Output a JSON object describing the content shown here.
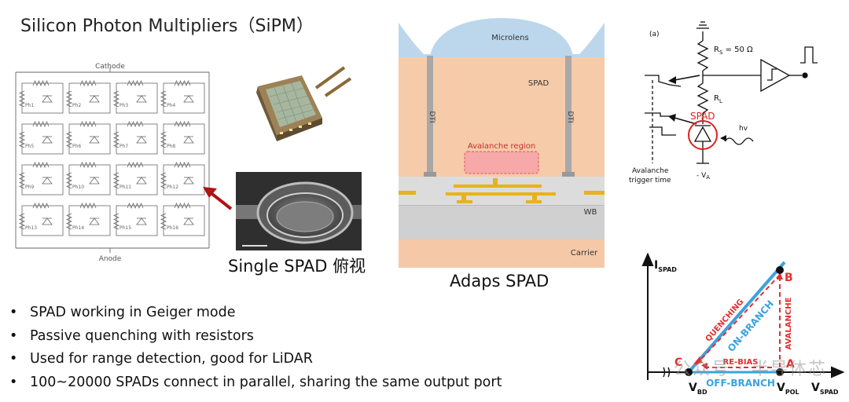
{
  "title": "Silicon Photon Multipliers（SiPM）",
  "array_labels": {
    "cathode": "Cathode",
    "anode": "Anode",
    "cells": [
      "Ph1",
      "Ph2",
      "Ph3",
      "Ph4",
      "Ph5",
      "Ph6",
      "Ph7",
      "Ph8",
      "Ph9",
      "Ph10",
      "Ph11",
      "Ph12",
      "Ph13",
      "Ph14",
      "Ph15",
      "Ph16"
    ]
  },
  "single_spad_caption": "Single SPAD 俯视",
  "adaps": {
    "caption": "Adaps SPAD",
    "microlens": "Microlens",
    "spad": "SPAD",
    "dti": "DTI",
    "avalanche_region": "Avalanche region",
    "wb": "WB",
    "carrier": "Carrier"
  },
  "circuit": {
    "panel": "(a)",
    "rs": "R",
    "rs_sub": "S",
    "rs_value": " = 50 Ω",
    "rl": "R",
    "rl_sub": "L",
    "spad": "SPAD",
    "hv": "hv",
    "avalanche_trigger_1": "Avalanche",
    "avalanche_trigger_2": "trigger time",
    "va": "- V",
    "va_sub": "A"
  },
  "iv": {
    "i_axis": "I",
    "i_axis_sub": "SPAD",
    "v_axis": "V",
    "v_axis_sub": "SPAD",
    "vbd": "V",
    "vbd_sub": "BD",
    "vpol": "V",
    "vpol_sub": "POL",
    "point_a": "A",
    "point_b": "B",
    "point_c": "C",
    "quenching": "QUENCHING",
    "on_branch": "ON-BRANCH",
    "avalanche": "AVALANCHE",
    "re_bias": "RE-BIAS",
    "off_branch": "OFF-BRANCH",
    "colors": {
      "red": "#e03030",
      "blue": "#3aa3dc"
    }
  },
  "bullets": [
    "SPAD working in Geiger mode",
    "Passive quenching with resistors",
    "Used for range detection, good for LiDAR",
    "100~20000 SPADs connect in parallel, sharing the same output port"
  ],
  "watermark": "公众号 · 半导体芯"
}
